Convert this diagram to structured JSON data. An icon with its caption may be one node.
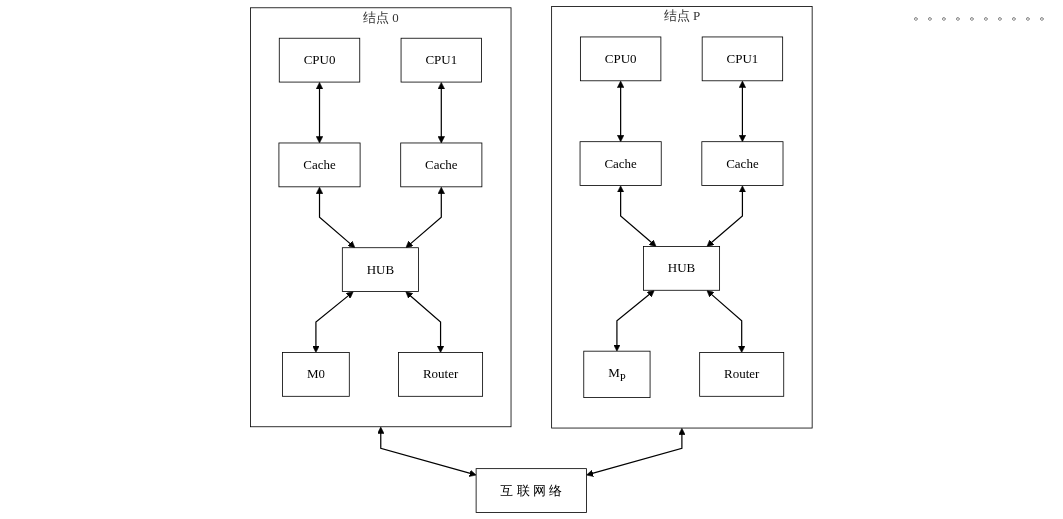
{
  "diagram": {
    "nodes": [
      {
        "text": [
          "结点 0"
        ]
      },
      {
        "text": [
          "CPU0"
        ],
        "in": 0
      },
      {
        "text": [
          "CPU1"
        ],
        "in": 0
      },
      {
        "text": [
          "Cache"
        ],
        "in": 0
      },
      {
        "text": [
          "Cache"
        ],
        "in": 0
      },
      {
        "text": [
          "HUB"
        ],
        "in": 0
      },
      {
        "text": [
          "M0"
        ],
        "in": 0
      },
      {
        "text": [
          "Router"
        ],
        "in": 0
      },
      {
        "text": [
          "结点 P"
        ]
      },
      {
        "text": [
          "CPU0"
        ],
        "in": 8
      },
      {
        "text": [
          "CPU1"
        ],
        "in": 8
      },
      {
        "text": [
          "Cache"
        ],
        "in": 8
      },
      {
        "text": [
          "Cache"
        ],
        "in": 8
      },
      {
        "text": [
          "HUB"
        ],
        "in": 8
      },
      {
        "text": [
          "M$_{P}$"
        ],
        "in": 8
      },
      {
        "text": [
          "Router"
        ],
        "in": 8
      },
      {
        "text": [
          "互 联 网 络"
        ]
      }
    ],
    "edges": [
      {
        "from": 1,
        "to": 3,
        "arrow": "both"
      },
      {
        "from": 2,
        "to": 4,
        "arrow": "both"
      },
      {
        "from": 3,
        "to": 5,
        "arrow": "both"
      },
      {
        "from": 4,
        "to": 5,
        "arrow": "both"
      },
      {
        "from": 5,
        "to": 6,
        "arrow": "both"
      },
      {
        "from": 5,
        "to": 7,
        "arrow": "both"
      },
      {
        "from": 9,
        "to": 11,
        "arrow": "both"
      },
      {
        "from": 10,
        "to": 12,
        "arrow": "both"
      },
      {
        "from": 11,
        "to": 13,
        "arrow": "both"
      },
      {
        "from": 12,
        "to": 13,
        "arrow": "both"
      },
      {
        "from": 13,
        "to": 14,
        "arrow": "both"
      },
      {
        "from": 13,
        "to": 15,
        "arrow": "both"
      },
      {
        "from": 0,
        "to": 16,
        "arrow": "both"
      },
      {
        "from": 8,
        "to": 16,
        "arrow": "both"
      }
    ],
    "labels": [
      "。。。。。。。。。。"
    ]
  }
}
